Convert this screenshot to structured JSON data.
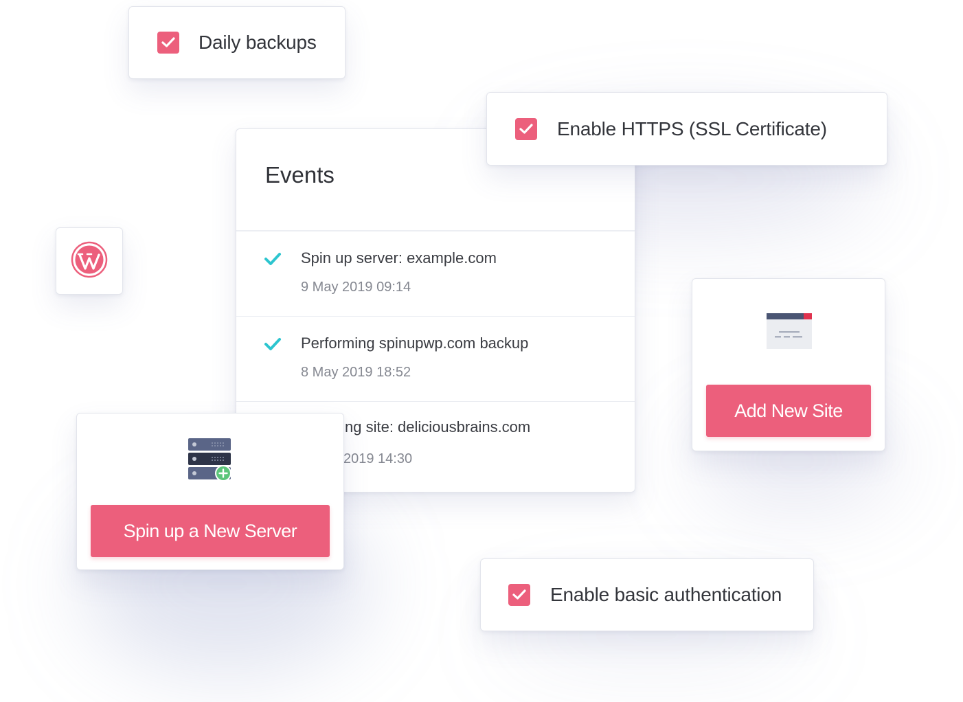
{
  "options": {
    "daily_backups": "Daily backups",
    "enable_https": "Enable HTTPS (SSL Certificate)",
    "basic_auth": "Enable basic authentication"
  },
  "events": {
    "title": "Events",
    "items": [
      {
        "title": "Spin up server: example.com",
        "time": "9 May 2019 09:14"
      },
      {
        "title": "Performing spinupwp.com backup",
        "time": "8 May 2019 18:52"
      },
      {
        "title": "ng site: deliciousbrains.com",
        "time": "2019 14:30"
      }
    ]
  },
  "actions": {
    "add_site": "Add New Site",
    "spin_server": "Spin up a New Server"
  },
  "icons": {
    "wordpress": "wordpress-logo-icon",
    "browser": "browser-window-icon",
    "server": "server-stack-add-icon",
    "check": "check-icon"
  },
  "colors": {
    "accent": "#ec5f7c",
    "success": "#2cc5cf",
    "server_dark": "#4a5573",
    "add_green": "#5cc57a"
  }
}
